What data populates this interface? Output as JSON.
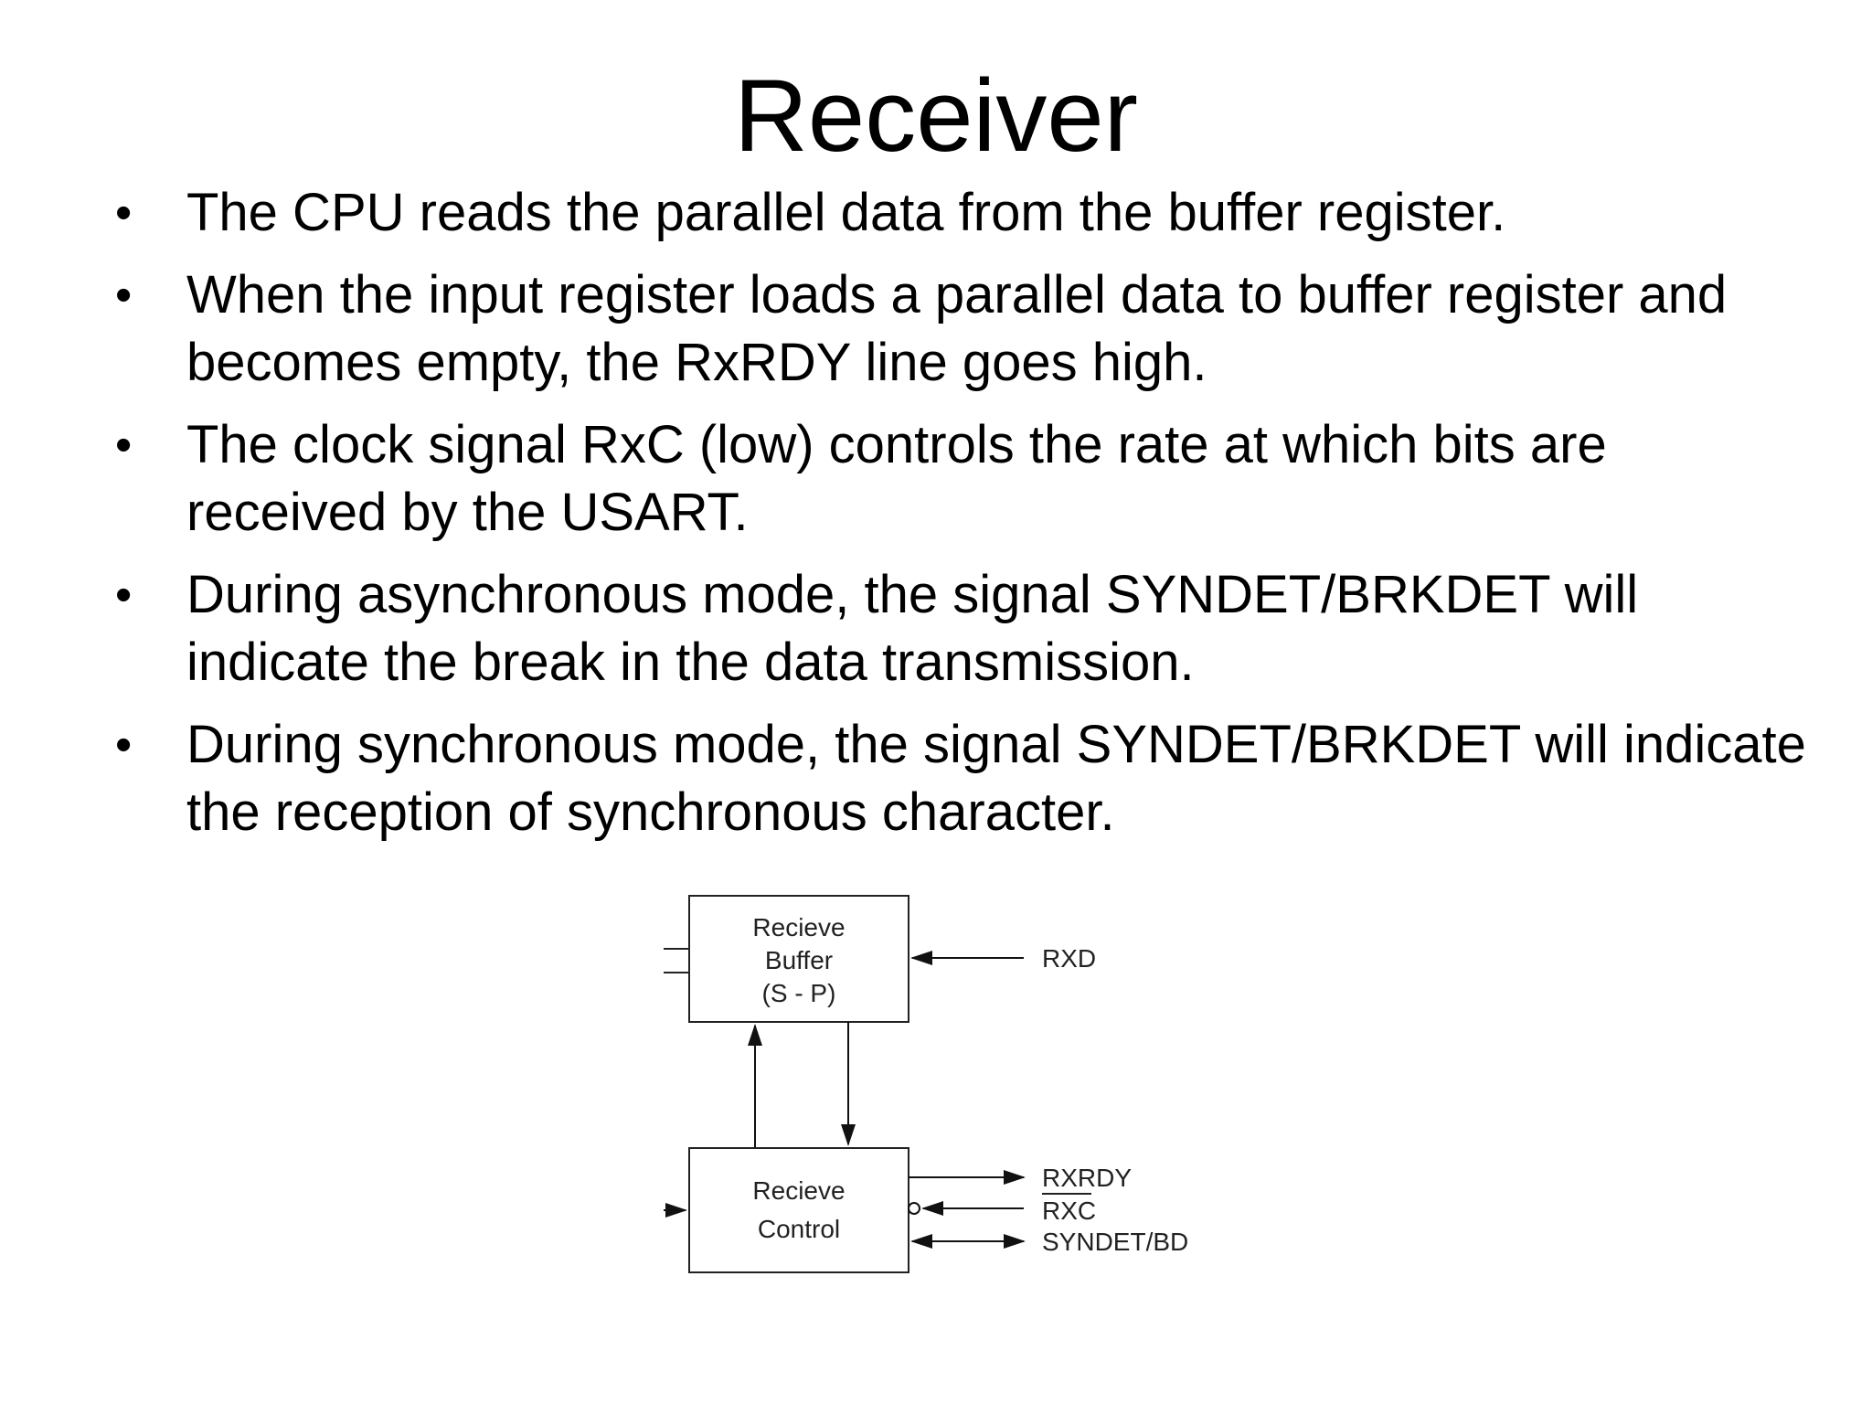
{
  "slide": {
    "title": "Receiver",
    "bullets": [
      "The CPU reads the parallel data from the buffer register.",
      "When the input register loads a parallel data to buffer register and becomes empty, the RxRDY line goes high.",
      "The clock signal RxC (low) controls the rate at which bits are received by the USART.",
      "During asynchronous mode, the signal SYNDET/BRKDET will indicate the break in the data transmission.",
      "During synchronous mode, the signal SYNDET/BRKDET will indicate the reception of synchronous character."
    ],
    "bullet_glyph": "•"
  },
  "diagram": {
    "buffer_block": {
      "line1": "Recieve",
      "line2": "Buffer",
      "line3": "(S - P)"
    },
    "control_block": {
      "line1": "Recieve",
      "line2": "Control"
    },
    "signals": {
      "rxd": "RXD",
      "rxrdy": "RXRDY",
      "rxc": "RXC",
      "syndet": "SYNDET/BD"
    }
  }
}
